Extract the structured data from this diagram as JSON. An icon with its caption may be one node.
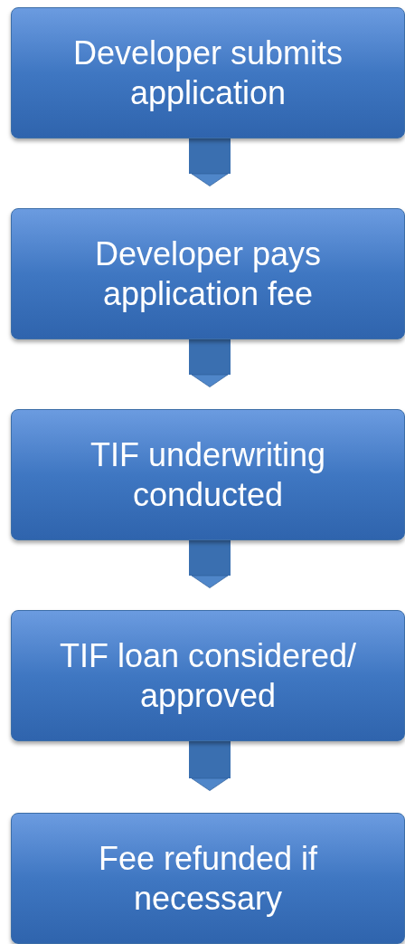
{
  "diagram": {
    "nodes": [
      {
        "text": [
          "Developer submits application"
        ]
      },
      {
        "text": [
          "Developer pays application fee"
        ]
      },
      {
        "text": [
          "TIF underwriting conducted"
        ]
      },
      {
        "text": [
          "TIF loan considered/ approved"
        ]
      },
      {
        "text": [
          "Fee refunded if necessary"
        ]
      }
    ],
    "edges": [
      {
        "from": 0,
        "to": 1,
        "arrow": "to"
      },
      {
        "from": 1,
        "to": 2,
        "arrow": "to"
      },
      {
        "from": 2,
        "to": 3,
        "arrow": "to"
      },
      {
        "from": 3,
        "to": 4,
        "arrow": "to"
      }
    ]
  }
}
